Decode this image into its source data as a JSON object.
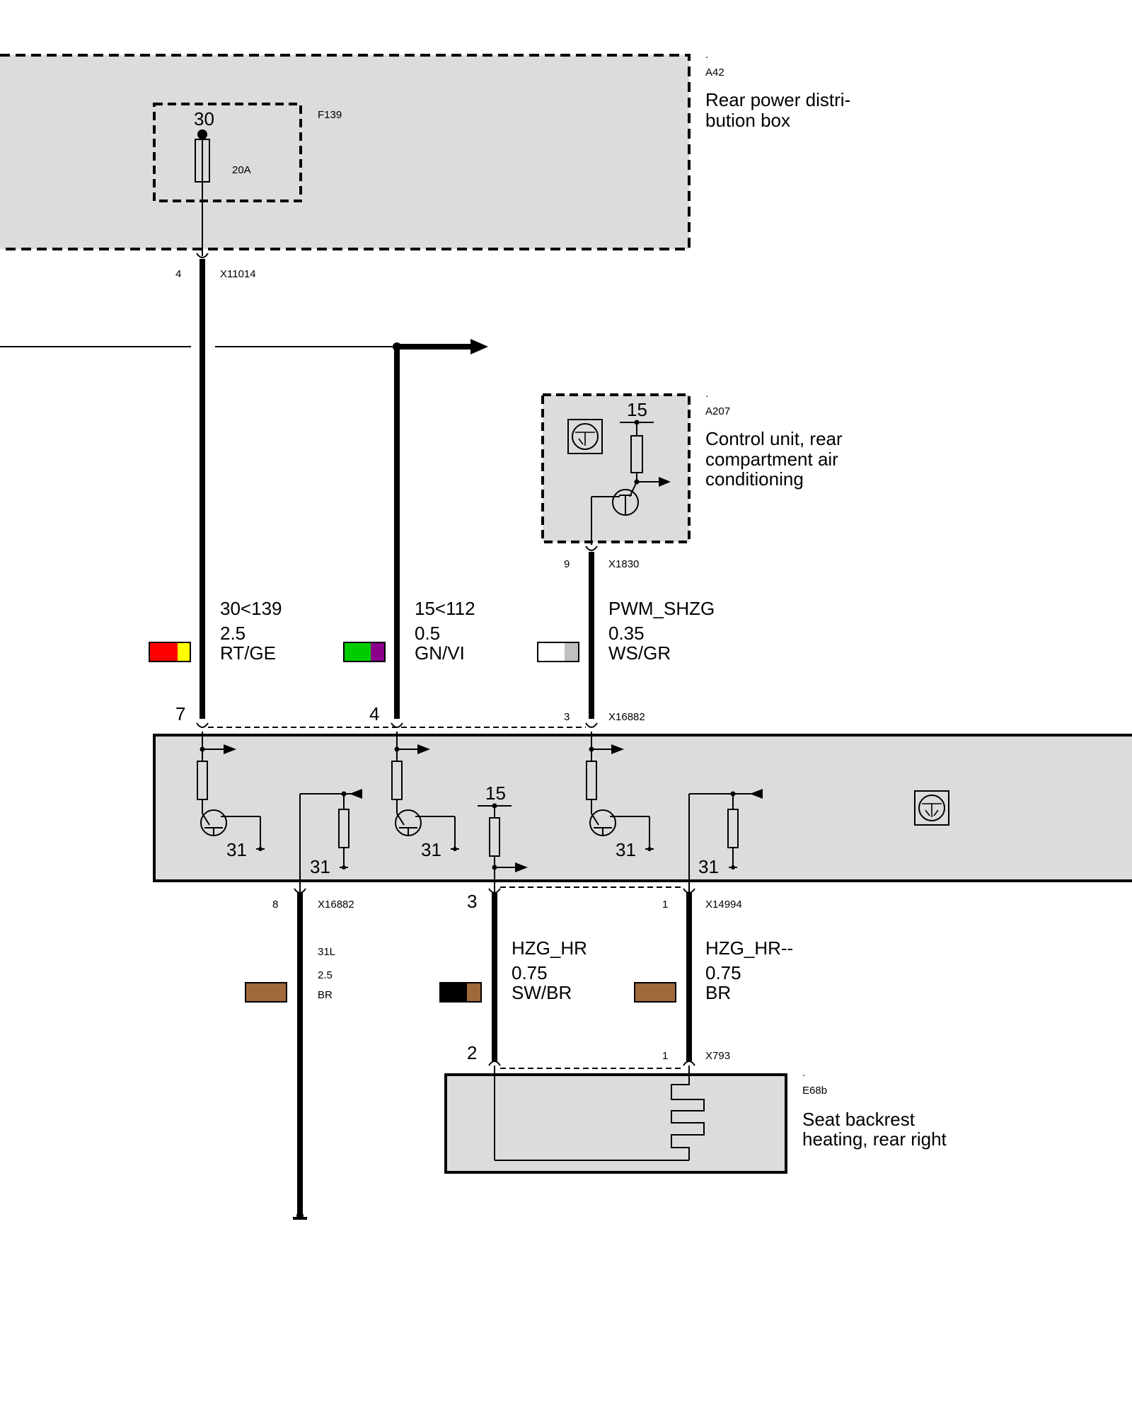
{
  "components": {
    "a42": {
      "dot": ".",
      "id": "A42",
      "name_line1": "Rear power distri-",
      "name_line2": "bution box"
    },
    "f139": {
      "id": "F139",
      "terminal": "30",
      "rating": "20A"
    },
    "a207": {
      "dot": ".",
      "id": "A207",
      "terminal": "15",
      "name_line1": "Control unit, rear",
      "name_line2": "compartment air",
      "name_line3": "conditioning"
    },
    "e68b": {
      "dot": ".",
      "id": "E68b",
      "name_line1": "Seat backrest",
      "name_line2": "heating, rear right"
    },
    "module": {
      "terminal_15": "15",
      "ground_labels": [
        "31",
        "31",
        "31",
        "31",
        "31"
      ]
    }
  },
  "connectors": {
    "x11014": {
      "pin": "4",
      "id": "X11014"
    },
    "x1830": {
      "pin": "9",
      "id": "X1830"
    },
    "x16882_top": {
      "pins": [
        "7",
        "4",
        "3"
      ],
      "id": "X16882"
    },
    "x16882_bottom": {
      "pin": "8",
      "id": "X16882"
    },
    "x14994": {
      "pins": [
        "3",
        "1"
      ],
      "id": "X14994"
    },
    "x793": {
      "pins": [
        "2",
        "1"
      ],
      "id": "X793"
    }
  },
  "wires": [
    {
      "signal": "30<139",
      "gauge": "2.5",
      "color_code": "RT/GE",
      "colors": [
        "#ff0000",
        "#ffff00"
      ]
    },
    {
      "signal": "15<112",
      "gauge": "0.5",
      "color_code": "GN/VI",
      "colors": [
        "#00cc00",
        "#8b008b"
      ]
    },
    {
      "signal": "PWM_SHZG",
      "gauge": "0.35",
      "color_code": "WS/GR",
      "colors": [
        "#ffffff",
        "#c0c0c0"
      ]
    },
    {
      "signal": "31L",
      "gauge": "2.5",
      "color_code": "BR",
      "colors": [
        "#a0693c"
      ]
    },
    {
      "signal": "HZG_HR",
      "gauge": "0.75",
      "color_code": "SW/BR",
      "colors": [
        "#000000",
        "#a0693c"
      ]
    },
    {
      "signal": "HZG_HR--",
      "gauge": "0.75",
      "color_code": "BR",
      "colors": [
        "#a0693c"
      ]
    }
  ],
  "colors": {
    "box_fill": "#dcdcdc",
    "stroke": "#000000"
  }
}
